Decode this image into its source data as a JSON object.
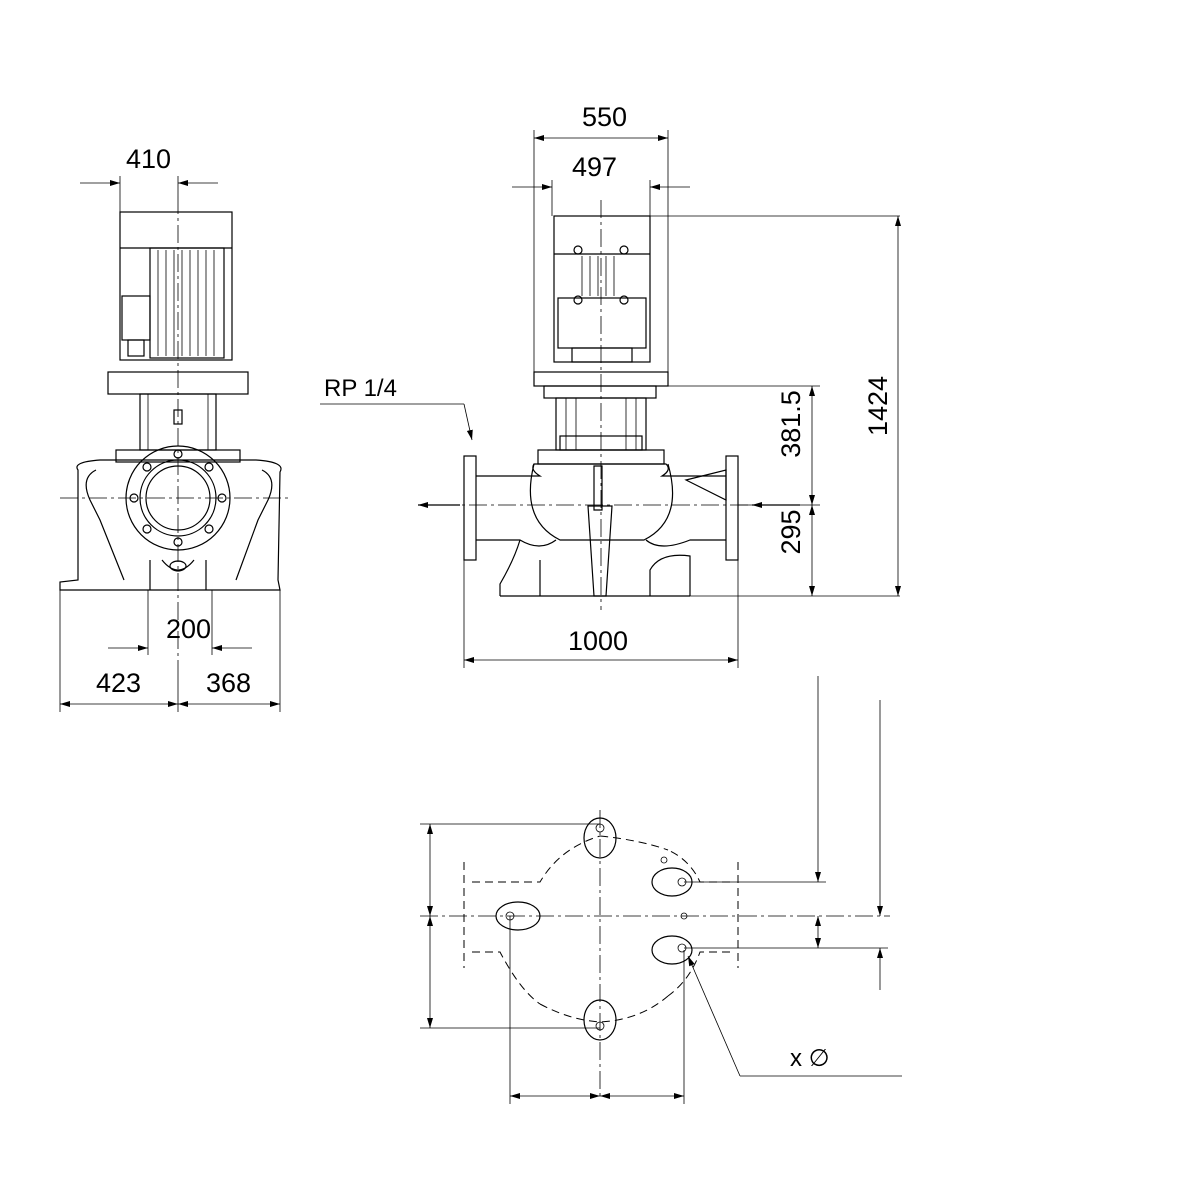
{
  "colors": {
    "line": "#000000",
    "background": "#ffffff"
  },
  "side_view": {
    "dim_motor_width": "410",
    "dim_foot_center": "200",
    "dim_left": "423",
    "dim_right": "368"
  },
  "front_view": {
    "dim_outer_width": "550",
    "dim_motor_width": "497",
    "dim_total_height": "1424",
    "dim_upper_height": "381.5",
    "dim_lower_height": "295",
    "dim_port_to_port": "1000",
    "label_connection": "RP 1/4"
  },
  "plan_view": {
    "label_hole": "x ∅"
  }
}
